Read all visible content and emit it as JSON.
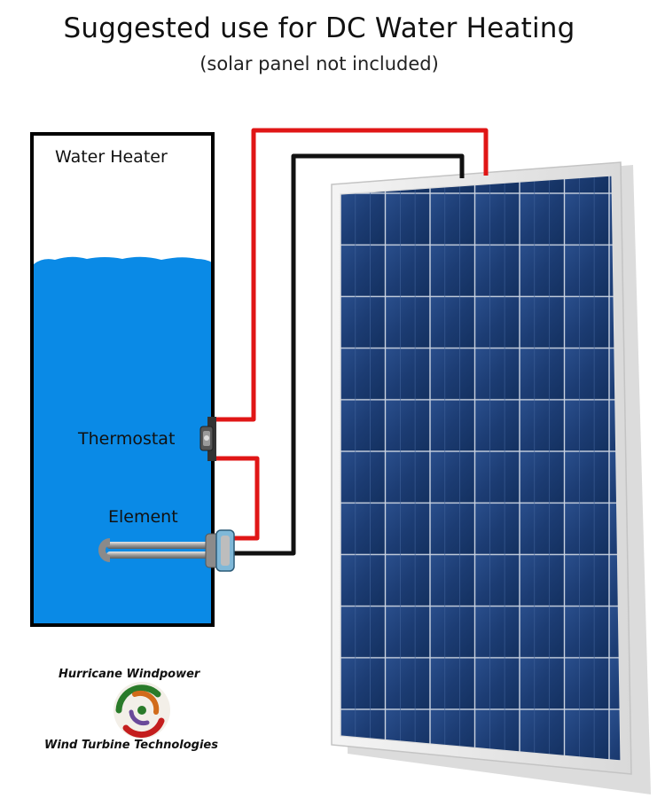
{
  "title": "Suggested use for DC Water Heating",
  "subtitle": "(solar panel not included)",
  "labels": {
    "heater": "Water Heater",
    "thermostat": "Thermostat",
    "element": "Element"
  },
  "logo": {
    "top_text": "Hurricane Windpower",
    "bottom_text": "Wind Turbine Technologies"
  },
  "colors": {
    "water": "#0a8ae6",
    "positive_wire": "#e01616",
    "negative_wire": "#111111",
    "panel_cell": "#1d3f78",
    "panel_frame": "#e6e6e6"
  }
}
